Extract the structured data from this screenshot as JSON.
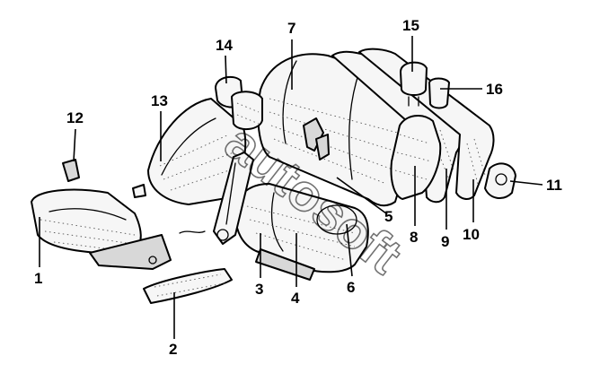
{
  "callouts": [
    {
      "label": "1"
    },
    {
      "label": "2"
    },
    {
      "label": "3"
    },
    {
      "label": "4"
    },
    {
      "label": "5"
    },
    {
      "label": "6"
    },
    {
      "label": "7"
    },
    {
      "label": "8"
    },
    {
      "label": "9"
    },
    {
      "label": "10"
    },
    {
      "label": "11"
    },
    {
      "label": "12"
    },
    {
      "label": "13"
    },
    {
      "label": "14"
    },
    {
      "label": "15"
    },
    {
      "label": "16"
    }
  ],
  "watermark": {
    "text": "autosoft"
  }
}
